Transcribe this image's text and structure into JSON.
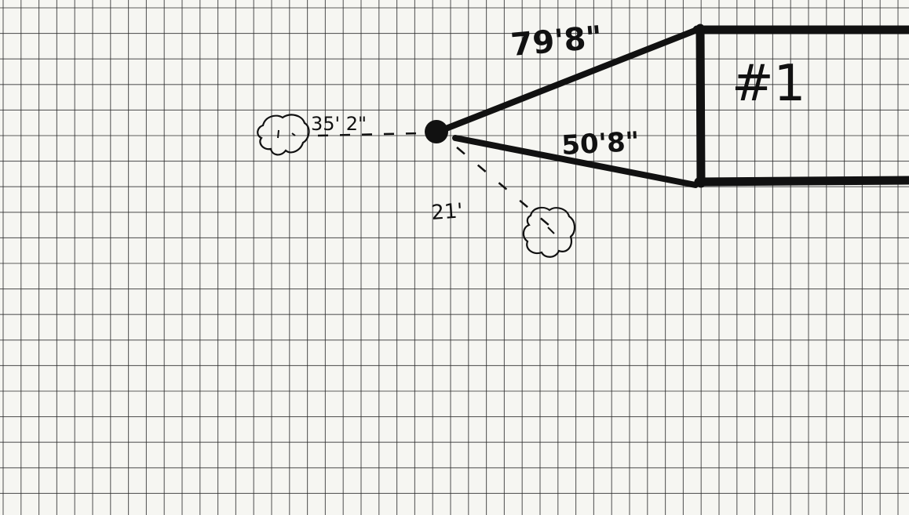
{
  "labels": {
    "dist_top": "79'8\"",
    "dist_bottom": "50'8\"",
    "dist_left": "35' 2\"",
    "dist_diagonal": "21'",
    "building": "#1"
  },
  "colors": {
    "paper": "#f6f6f2",
    "grid": "#2a2a2a",
    "ink": "#111111"
  }
}
